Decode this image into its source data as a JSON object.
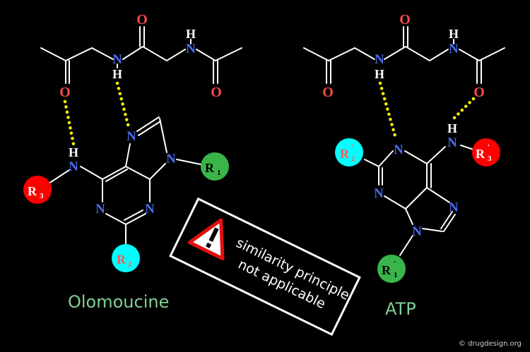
{
  "atoms": {
    "N": "N",
    "O": "O",
    "H": "H"
  },
  "groups": {
    "R": "R",
    "prime": "'"
  },
  "subscripts": {
    "one": "1",
    "two": "2",
    "three": "3"
  },
  "labels": {
    "left": "Olomoucine",
    "right": "ATP"
  },
  "warning": {
    "line1": "similarity principle",
    "line2": "not applicable"
  },
  "copyright": "© drugdesign.org",
  "colors": {
    "nitrogen": "#4a6cf0",
    "oxygen": "#ff4a4a",
    "hbond": "#f5f500",
    "r_red": "#ff0000",
    "r_cyan": "#00ffff",
    "r_green": "#3ab54a",
    "caption": "#7fcf94"
  }
}
